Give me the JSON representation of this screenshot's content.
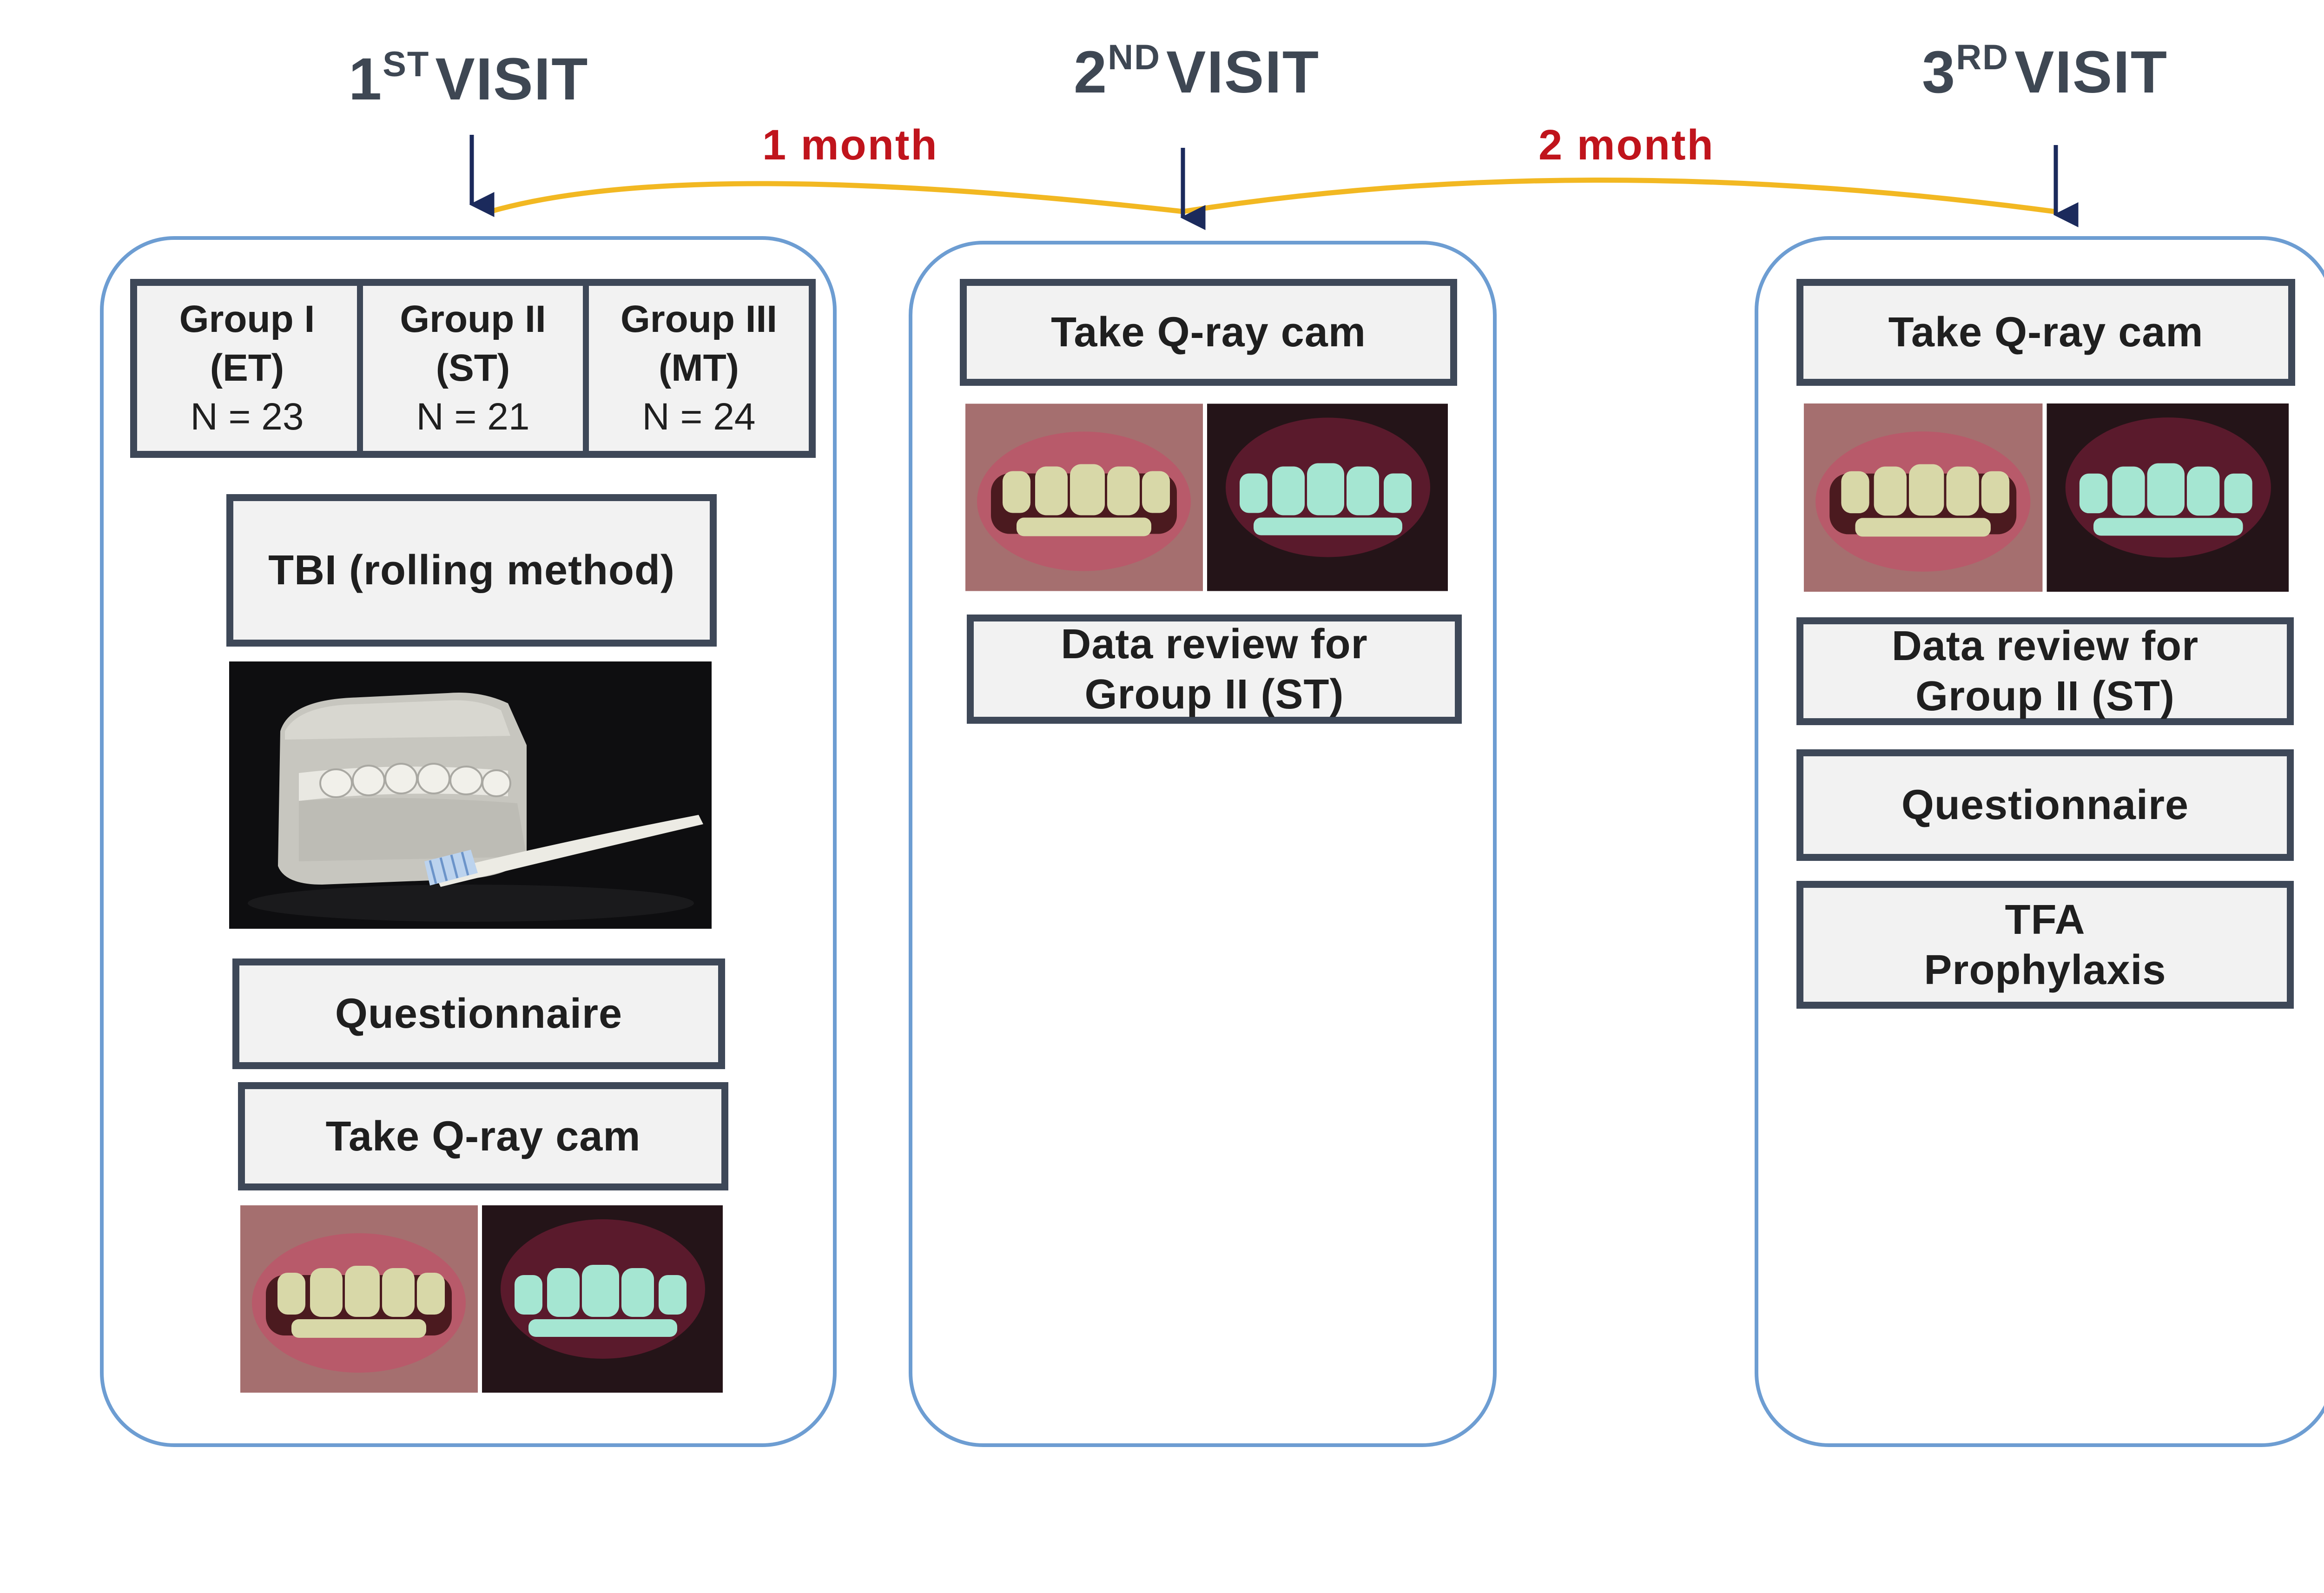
{
  "visits": [
    {
      "number": "1",
      "suffix": "ST",
      "word": "VISIT"
    },
    {
      "number": "2",
      "suffix": "ND",
      "word": "VISIT"
    },
    {
      "number": "3",
      "suffix": "RD",
      "word": "VISIT"
    }
  ],
  "intervals": [
    "1 month",
    "2 month"
  ],
  "visit1": {
    "groups": [
      {
        "name": "Group I",
        "abbr": "(ET)",
        "n": "N = 23"
      },
      {
        "name": "Group II",
        "abbr": "(ST)",
        "n": "N = 21"
      },
      {
        "name": "Group III",
        "abbr": "(MT)",
        "n": "N = 24"
      }
    ],
    "tbi": "TBI (rolling method)",
    "questionnaire": "Questionnaire",
    "qray": "Take Q-ray cam"
  },
  "visit2": {
    "qray": "Take Q-ray cam",
    "review_line1": "Data review for",
    "review_line2": "Group II (ST)"
  },
  "visit3": {
    "qray": "Take Q-ray cam",
    "review_line1": "Data review for",
    "review_line2": "Group II (ST)",
    "questionnaire": "Questionnaire",
    "tfa_line1": "TFA",
    "tfa_line2": "Prophylaxis"
  },
  "colors": {
    "panel_border": "#6d9dd2",
    "box_border": "#3e4858",
    "box_fill": "#f2f2f2",
    "timeline": "#f2b822",
    "arrow": "#1b2a5c",
    "interval_text": "#c0141c",
    "title_text": "#3e4753"
  }
}
